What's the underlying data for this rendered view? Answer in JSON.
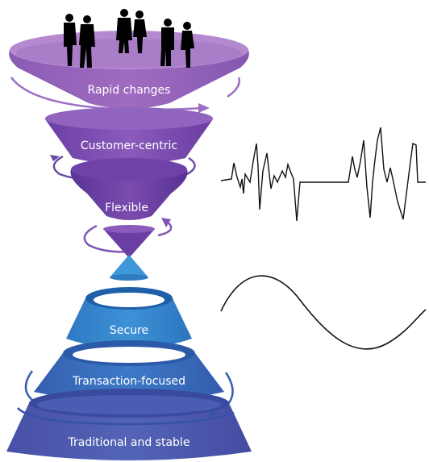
{
  "funnel_top": {
    "layers": [
      {
        "label": "Rapid changes"
      },
      {
        "label": "Customer-centric"
      },
      {
        "label": "Flexible"
      }
    ]
  },
  "funnel_bottom": {
    "layers": [
      {
        "label": "Secure"
      },
      {
        "label": "Transaction-focused"
      },
      {
        "label": "Traditional and stable"
      }
    ]
  },
  "colors": {
    "purple_light": "#a772c2",
    "purple_mid": "#8855b5",
    "purple_dark": "#5e3797",
    "blue_light": "#3c92d3",
    "blue_mid": "#3a6fbe",
    "blue_dark": "#4d5aad",
    "line": "#111111"
  },
  "icons": {
    "people": "business-people-silhouettes",
    "erratic_wave": "erratic-zigzag-signal",
    "smooth_wave": "smooth-sine-wave"
  }
}
